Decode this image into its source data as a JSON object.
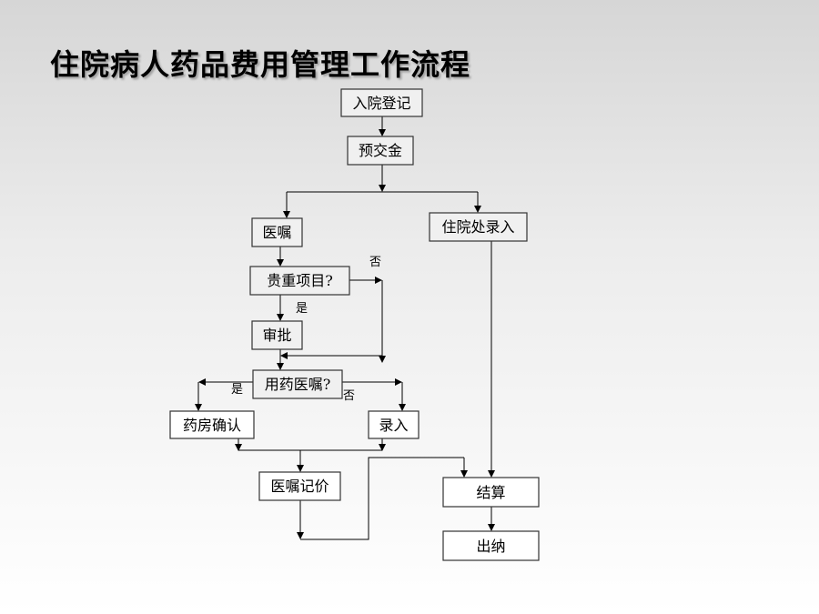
{
  "title": "住院病人药品费用管理工作流程",
  "nodes": {
    "admission": "入院登记",
    "deposit": "预交金",
    "order": "医嘱",
    "inpatient_entry": "住院处录入",
    "expensive_check": "贵重项目?",
    "approval": "审批",
    "drug_order_check": "用药医嘱?",
    "pharmacy_confirm": "药房确认",
    "entry": "录入",
    "order_pricing": "医嘱记价",
    "settlement": "结算",
    "cashier": "出纳"
  },
  "labels": {
    "expensive_no": "否",
    "expensive_yes": "是",
    "drug_yes": "是",
    "drug_no": "否"
  }
}
